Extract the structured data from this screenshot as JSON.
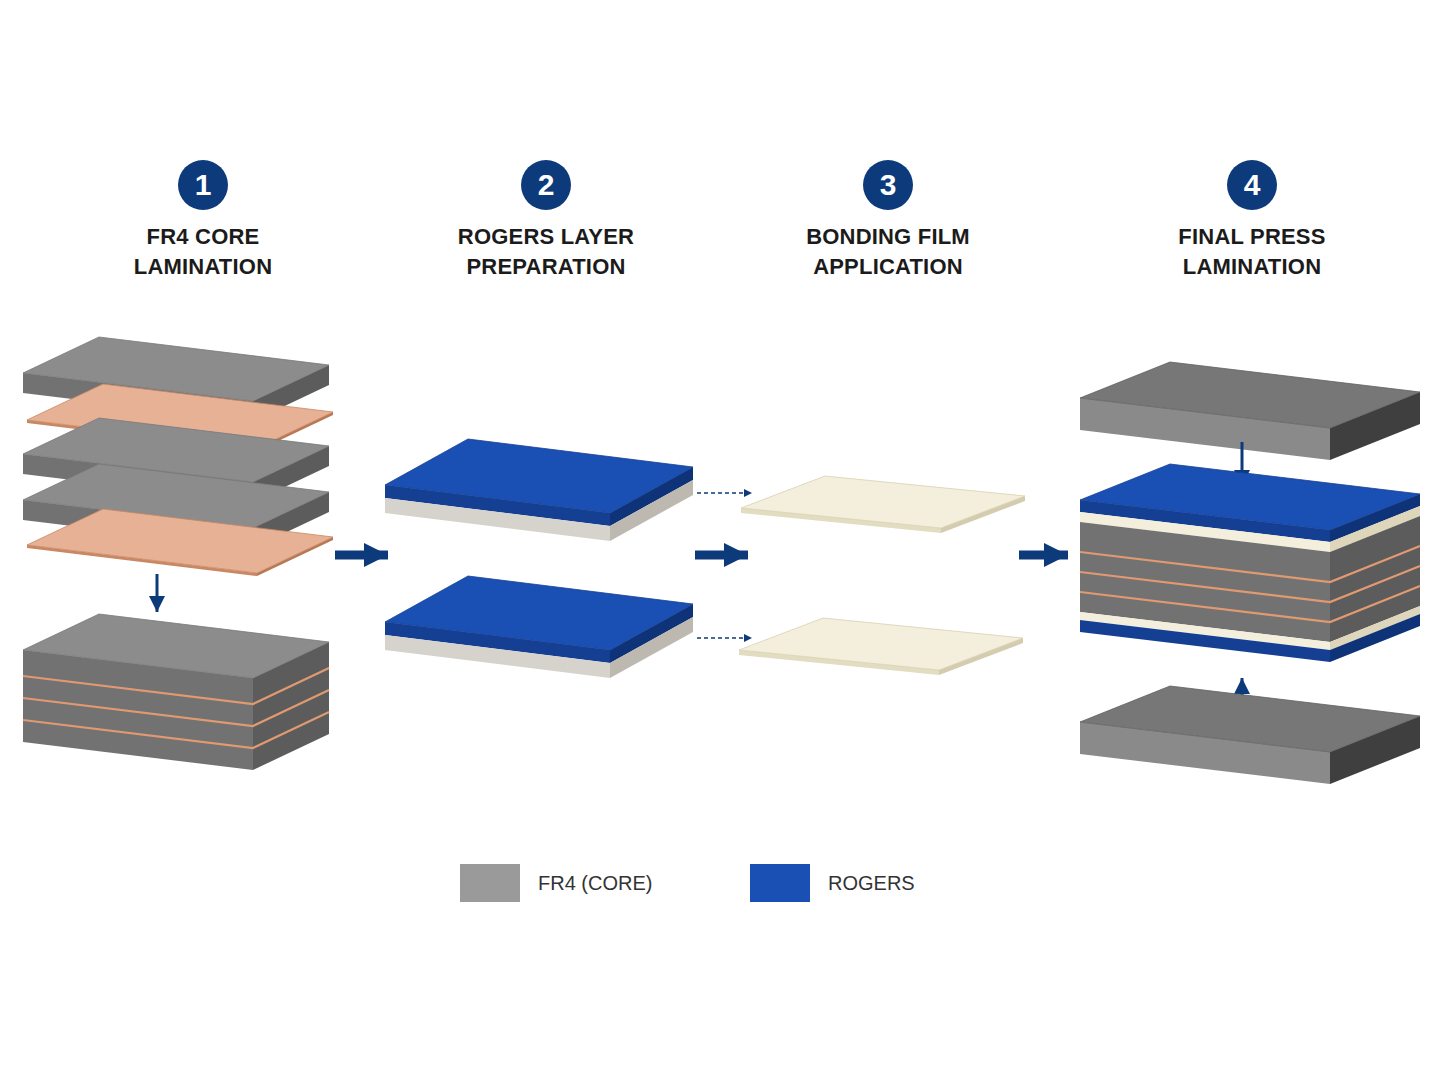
{
  "diagram": {
    "nodes": [
      {
        "text": [
          "1",
          "FR4 CORE LAMINATION"
        ]
      },
      {
        "text": [
          "2",
          "ROGERS LAYER PREPARATION"
        ]
      },
      {
        "text": [
          "3",
          "BONDING FILM APPLICATION"
        ]
      },
      {
        "text": [
          "4",
          "FINAL PRESS LAMINATION"
        ]
      }
    ],
    "edges": [
      {
        "from": 0,
        "to": 1,
        "arrow": "to"
      },
      {
        "from": 1,
        "to": 2,
        "arrow": "to"
      },
      {
        "from": 2,
        "to": 3,
        "arrow": "to"
      }
    ],
    "legend": [
      {
        "text": "FR4 (CORE)",
        "color": "#9a9a9a"
      },
      {
        "text": "ROGERS",
        "color": "#1a4fb4"
      }
    ]
  }
}
